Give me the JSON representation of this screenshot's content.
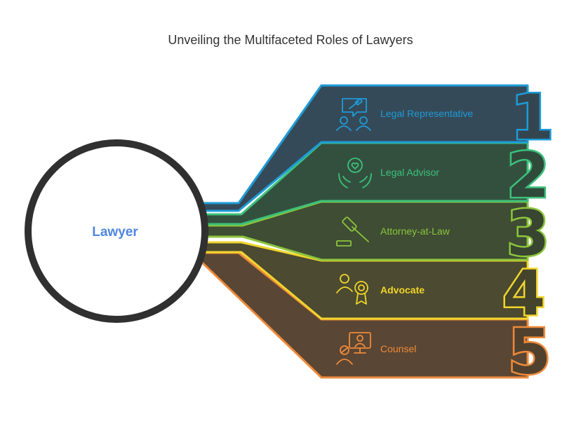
{
  "title": "Unveiling the Multifaceted Roles of Lawyers",
  "center": {
    "label": "Lawyer",
    "color": "#4f86e0"
  },
  "items": [
    {
      "number": "1",
      "label": "Legal Representative",
      "icon": "people-discussion-gavel-icon",
      "accent": "#1e9bd7",
      "fill": "#354a58"
    },
    {
      "number": "2",
      "label": "Legal Advisor",
      "icon": "hands-heart-icon",
      "accent": "#3cc07a",
      "fill": "#33503f"
    },
    {
      "number": "3",
      "label": "Attorney-at-Law",
      "icon": "gavel-icon",
      "accent": "#8cc43c",
      "fill": "#3e4d33"
    },
    {
      "number": "4",
      "label": "Advocate",
      "icon": "person-award-icon",
      "accent": "#f0d62b",
      "fill": "#4c4a30"
    },
    {
      "number": "5",
      "label": "Counsel",
      "icon": "person-monitor-icon",
      "accent": "#ee8a3a",
      "fill": "#5a4634"
    }
  ]
}
